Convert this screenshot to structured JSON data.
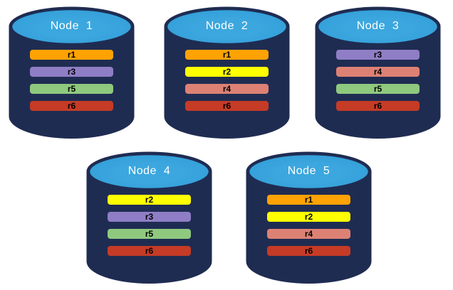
{
  "colors": {
    "background": "#FFFFFF",
    "cylinder_body": "#1F2C52",
    "cylinder_top": "#2E9AD6",
    "cylinder_top_highlight": "#3CA7DE"
  },
  "replica_colors": {
    "r1": "#FFA203",
    "r2": "#FFFF00",
    "r3": "#8F7EC5",
    "r4": "#DD8174",
    "r5": "#8FC97E",
    "r6": "#C53B26"
  },
  "nodes": [
    {
      "label": "Node  1",
      "replicas": [
        "r1",
        "r3",
        "r5",
        "r6"
      ]
    },
    {
      "label": "Node  2",
      "replicas": [
        "r1",
        "r2",
        "r4",
        "r6"
      ]
    },
    {
      "label": "Node  3",
      "replicas": [
        "r3",
        "r4",
        "r5",
        "r6"
      ]
    },
    {
      "label": "Node  4",
      "replicas": [
        "r2",
        "r3",
        "r5",
        "r6"
      ]
    },
    {
      "label": "Node  5",
      "replicas": [
        "r1",
        "r2",
        "r4",
        "r6"
      ]
    }
  ]
}
